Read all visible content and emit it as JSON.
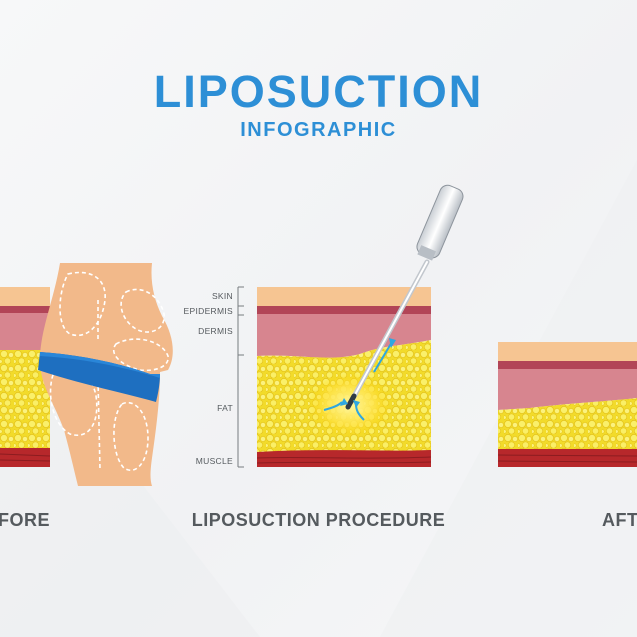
{
  "header": {
    "title": "LIPOSUCTION",
    "subtitle": "INFOGRAPHIC"
  },
  "panels": {
    "before": {
      "caption": "BEFORE"
    },
    "procedure": {
      "caption": "LIPOSUCTION PROCEDURE"
    },
    "after": {
      "caption": "AFTER"
    }
  },
  "layer_labels": {
    "skin": "SKIN",
    "epidermis": "EPIDERMIS",
    "dermis": "DERMIS",
    "fat": "FAT",
    "muscle": "MUSCLE"
  },
  "colors": {
    "accent_blue": "#2d8fd6",
    "text_gray": "#555a5e",
    "skin": "#f6c592",
    "epidermis": "#b24557",
    "dermis": "#d7858f",
    "fat": "#f2db2a",
    "muscle": "#b7282b",
    "body": "#f2b98a",
    "underwear": "#1e6fc0"
  }
}
